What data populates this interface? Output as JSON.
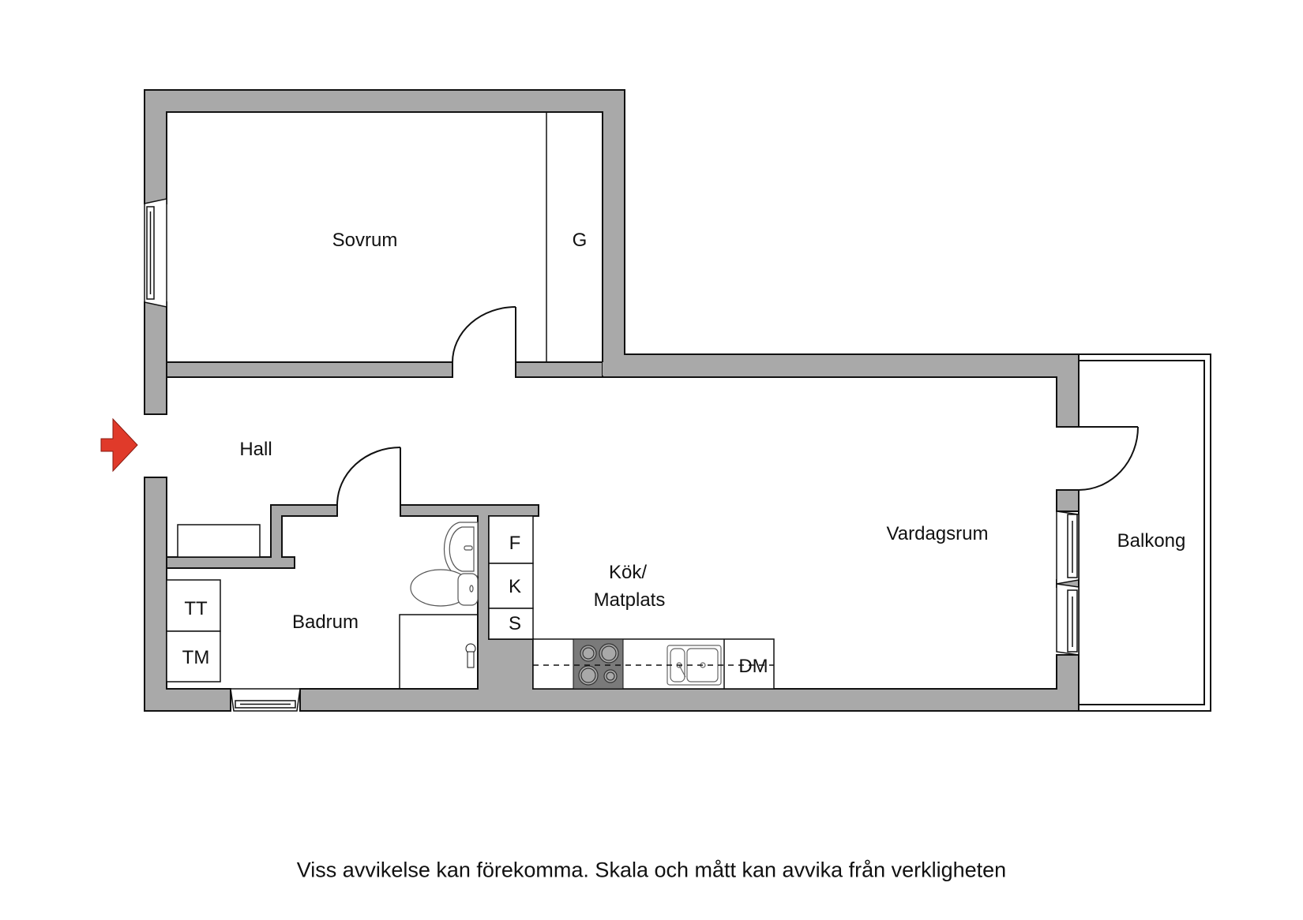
{
  "plan": {
    "rooms": {
      "sovrum": "Sovrum",
      "garderob": "G",
      "hall": "Hall",
      "badrum": "Badrum",
      "kok_line1": "Kök/",
      "kok_line2": "Matplats",
      "vardagsrum": "Vardagsrum",
      "balkong": "Balkong"
    },
    "fixtures": {
      "tvattmaskin_top": "TT",
      "tvattmaskin": "TM",
      "frys": "F",
      "kyl": "K",
      "skap": "S",
      "diskmaskin": "DM"
    },
    "entrance_icon": "entrance-arrow-icon",
    "colors": {
      "wall": "#a9a9a9",
      "line": "#111111",
      "arrow": "#e03a2a",
      "stove": "#7a7a7a"
    }
  },
  "footer": {
    "disclaimer": "Viss avvikelse kan förekomma. Skala och mått kan avvika från verkligheten"
  }
}
